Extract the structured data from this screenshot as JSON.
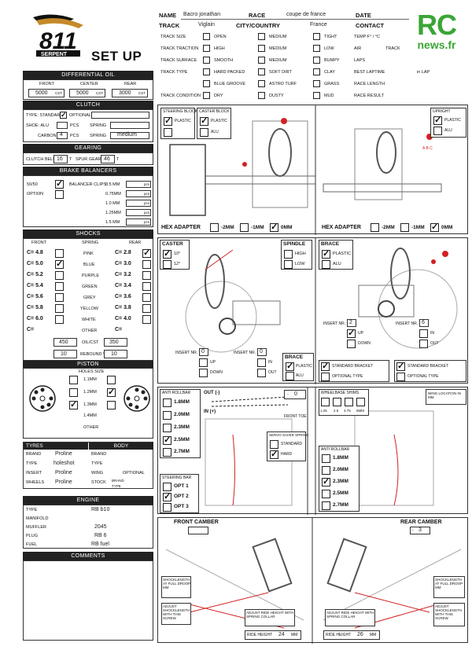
{
  "logo": {
    "brand": "811",
    "sub": "SERPENT",
    "setup": "SET UP"
  },
  "rc_logo": {
    "top": "RC",
    "bottom": "news.fr"
  },
  "header": {
    "name_label": "NAME",
    "name_value": "Bacro jonathan",
    "race_label": "RACE",
    "race_value": "coupe de france",
    "date_label": "DATE",
    "track_label": "TRACK",
    "track_value": "Viglain",
    "city_label": "CITY/COUNTRY",
    "city_value": "France",
    "contact_label": "CONTACT"
  },
  "track_grid": {
    "rows": [
      {
        "label": "TRACK SIZE",
        "opts": [
          "OPEN",
          "MEDIUM",
          "TIGHT"
        ]
      },
      {
        "label": "TRACK TRACTION",
        "opts": [
          "HIGH",
          "MEDIUM",
          "LOW"
        ]
      },
      {
        "label": "TRACK SURFACE",
        "opts": [
          "SMOOTH",
          "MEDIUM",
          "BUMPY"
        ]
      },
      {
        "label": "TRACK TYPE",
        "opts": [
          "HARD PACKED",
          "SOFT DIRT",
          "CLAY"
        ]
      },
      {
        "label": "",
        "opts": [
          "BLUE GROOVE",
          "ASTRO TURF",
          "GRASS"
        ]
      },
      {
        "label": "TRACK CONDITION",
        "opts": [
          "DRY",
          "DUSTY",
          "MUD"
        ]
      }
    ],
    "right": [
      "TEMP F° / °C",
      "AIR",
      "TRACK",
      "LAPS",
      "BEST LAPTIME",
      "in LAP",
      "RACE LENGTH",
      "RACE RESULT"
    ]
  },
  "diff": {
    "title": "DIFFERENTIAL OIL",
    "cols": [
      "FRONT",
      "CENTER",
      "REAR"
    ],
    "values": [
      "5000",
      "5000",
      "3000"
    ],
    "unit": "CST"
  },
  "clutch": {
    "title": "CLUTCH",
    "type_label": "TYPE: STANDARD",
    "type_mark": "✓",
    "optional_label": "OPTIONAL",
    "shoe_label": "SHOE: ALU",
    "shoe_val": "",
    "pcs": "PCS",
    "spring_label": "SPRING",
    "carbon_label": "CARBON",
    "carbon_val": "4",
    "spring_val": "medium"
  },
  "gearing": {
    "title": "GEARING",
    "bell_label": "CLUTCH BELL",
    "bell_val": "16",
    "t": "T",
    "spur_label": "SPUR GEAR",
    "spur_val": "46"
  },
  "brake": {
    "title": "BRAKE BALANCERS",
    "r1": "50/50",
    "r2": "OPTION",
    "mark": "✓",
    "clips_label": "BALANCER CLIPS:",
    "clips": [
      "0.5 MM",
      "0.75MM",
      "1.0 MM",
      "1.25MM",
      "1.5 MM"
    ],
    "pcs": "pcs"
  },
  "shocks": {
    "title": "SHOCKS",
    "cols": [
      "FRONT",
      "SPRING",
      "REAR"
    ],
    "front": [
      "C= 4.8",
      "C= 5.0",
      "C= 5.2",
      "C= 5.4",
      "C= 5.6",
      "C= 5.8",
      "C= 6.0",
      "C="
    ],
    "springs": [
      "PINK",
      "BLUE",
      "PURPLE",
      "GREEN",
      "GREY",
      "YELLOW",
      "WHITE",
      "OTHER"
    ],
    "rear": [
      "C= 2.8",
      "C= 3.0",
      "C= 3.2",
      "C= 3.4",
      "C= 3.6",
      "C= 3.8",
      "C= 4.0",
      "C="
    ],
    "front_mark": "✓",
    "rear_mark": "✓",
    "oil_label": "OIL/CST",
    "oil_front": "450",
    "oil_rear": "350",
    "rebound_label": "REBOUND %",
    "rebound_front": "10",
    "rebound_rear": "10"
  },
  "piston": {
    "title": "PISTON",
    "sub": "HOLES SIZE",
    "sizes": [
      "1.1MM",
      "1.2MM",
      "1.3MM",
      "1.4MM",
      "OTHER"
    ],
    "mark": "✓"
  },
  "tyres": {
    "title": "TYRES",
    "body_title": "BODY",
    "brand_label": "BRAND",
    "brand_val": "Proline",
    "type_label": "TYPE",
    "type_val": "holeshot",
    "insert_label": "INSERT",
    "insert_val": "Proline",
    "wheels_label": "WHEELS",
    "wheels_val": "Proline",
    "b_brand": "BRAND",
    "b_type": "TYPE",
    "b_wing": "WING",
    "b_optional": "OPTIONAL",
    "b_stock": "STOCK",
    "b_brand2": "BRAND",
    "b_type2": "TYPE"
  },
  "engine": {
    "title": "ENGINE",
    "rows": [
      {
        "label": "TYPE",
        "val": "RB b10"
      },
      {
        "label": "MANIFOLD",
        "val": ""
      },
      {
        "label": "MUFFLER",
        "val": "2045"
      },
      {
        "label": "PLUG",
        "val": "RB 6"
      },
      {
        "label": "FUEL",
        "val": "RB fuel"
      }
    ]
  },
  "comments": {
    "title": "COMMENTS"
  },
  "top_panel": {
    "steering_block": "STEERING BLOCK",
    "caster_block": "CASTER BLOCK",
    "plastic": "PLASTIC",
    "alu": "ALU",
    "upright": "UPRIGHT",
    "hex_label": "HEX ADAPTER",
    "opt1": "-2MM",
    "opt2": "-1MM",
    "opt3": "0MM",
    "mark": "✓",
    "abc": "A B C"
  },
  "mid_panel": {
    "caster": "CASTER",
    "c10": "10°",
    "c12": "12°",
    "spindle": "SPINDLE",
    "high": "HIGH",
    "low": "LOW",
    "brace": "BRACE",
    "plastic": "PLASTIC",
    "alu": "ALU",
    "insert_nr": "INSERT NR.",
    "ins1": "0",
    "ins2": "0",
    "ins3": "2",
    "ins4": "6",
    "up": "UP",
    "down": "DOWN",
    "in": "IN",
    "out": "OUT",
    "std_bracket": "STANDARD BRACKET",
    "opt_type": "OPTIONAL TYPE",
    "mark": "✓"
  },
  "low_panel": {
    "arb": "ANTI ROLLBAR",
    "arb_sizes": [
      "1.8MM",
      "2.0MM",
      "2.3MM",
      "2.5MM",
      "2.7MM"
    ],
    "out_label": "OUT (-)",
    "in_label": "IN (+)",
    "toe_val": "0",
    "front_toe": "FRONT TOE",
    "servo_saver": "SERVO SAVER SPRING",
    "standard": "STANDARD",
    "hard": "HARD",
    "steering_bar": "STEERING BAR",
    "opts": [
      "OPT 1",
      "OPT 2",
      "OPT 3"
    ],
    "wheelbase": "WHEELBASE SHIMS",
    "wb_vals": [
      "1.25",
      "2.5",
      "3.75",
      "5MM"
    ],
    "wing_loc": "WING LOCATION IN MM",
    "mark": "✓"
  },
  "camber": {
    "front": "FRONT CAMBER",
    "rear": "REAR CAMBER",
    "rear_val": "3",
    "shock_length": "SHOCKLENGTH AT FULL DROOP MM",
    "adjust": "ADJUST SHOCKLENGTH WITH THIS SCREW",
    "ride": "ADJUST RIDE HEIGHT WITH SPRING COLLAR",
    "ride_label": "RIDE HEIGHT",
    "front_ride": "24",
    "rear_ride": "26",
    "mm": "MM"
  },
  "colors": {
    "dark": "#222222",
    "red": "#d22222",
    "green": "#3aa535"
  }
}
